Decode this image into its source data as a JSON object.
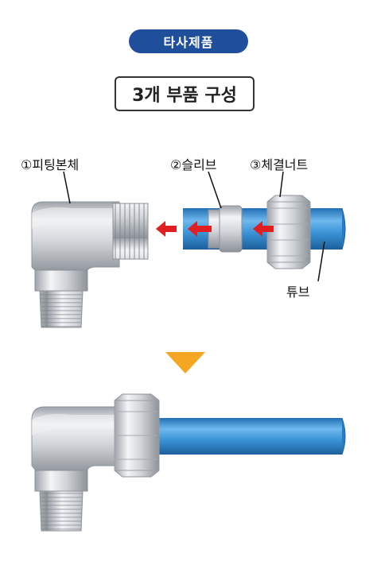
{
  "badge": {
    "label": "타사제품"
  },
  "title": {
    "text": "3개 부품 구성"
  },
  "labels": {
    "fitting_body": "①피팅본체",
    "sleeve": "②슬리브",
    "nut": "③체결너트",
    "tube": "튜브"
  },
  "colors": {
    "badge_bg": "#1f4e9a",
    "tube_blue": "#3a93d6",
    "arrow_red": "#e02020",
    "down_arrow": "#f5a623",
    "metal": "#c9ccd1"
  }
}
